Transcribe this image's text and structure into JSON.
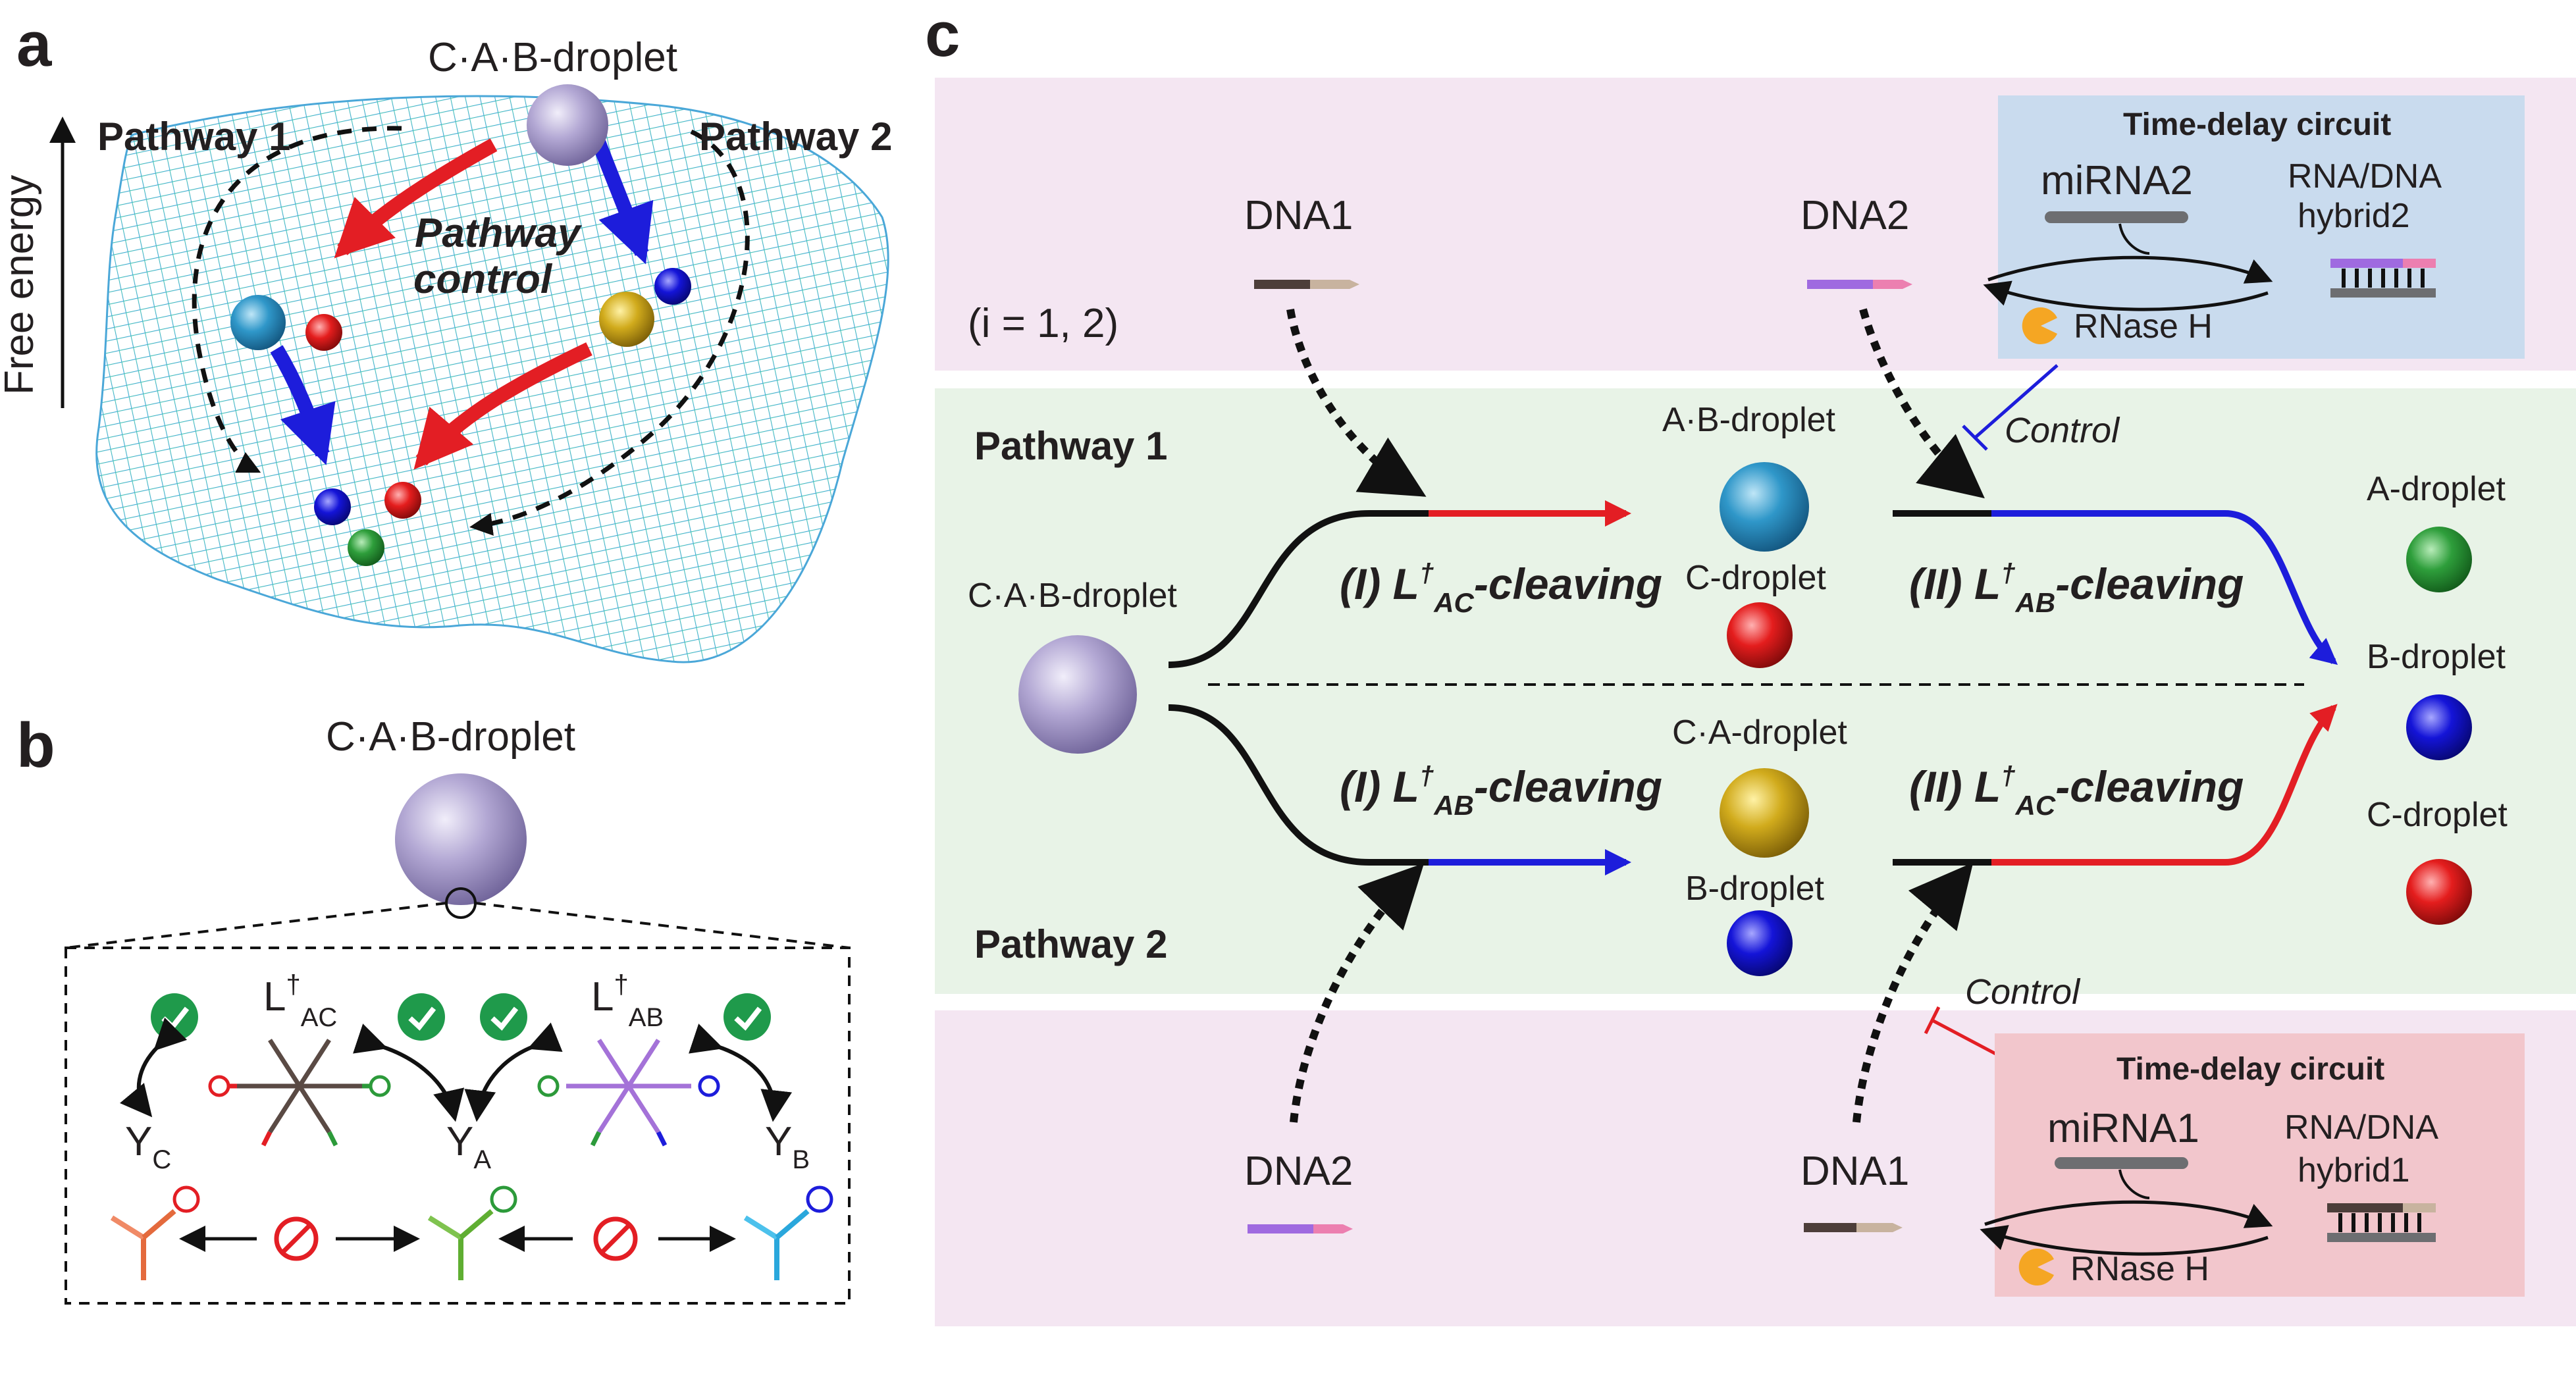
{
  "panels": {
    "a": "a",
    "b": "b",
    "c": "c"
  },
  "panel_a": {
    "droplet": "C·A·B-droplet",
    "pathway1": "Pathway 1",
    "pathway2": "Pathway 2",
    "control_1": "Pathway",
    "control_2": "control",
    "yaxis": "Free energy"
  },
  "panel_b": {
    "droplet": "C·A·B-droplet",
    "L_AC": {
      "main": "L",
      "sup": "†",
      "sub": "AC"
    },
    "L_AB": {
      "main": "L",
      "sup": "†",
      "sub": "AB"
    },
    "Y_C": {
      "main": "Y",
      "sub": "C"
    },
    "Y_A": {
      "main": "Y",
      "sub": "A"
    },
    "Y_B": {
      "main": "Y",
      "sub": "B"
    }
  },
  "panel_c": {
    "dna1_top": "DNA1",
    "dna2_top": "DNA2",
    "i_note": "(i = 1, 2)",
    "tdc_top": {
      "title": "Time-delay circuit",
      "mirna": "miRNA2",
      "hybrid_1": "RNA/DNA",
      "hybrid_2": "hybrid2",
      "rnase": "RNase H"
    },
    "control_top": "Control",
    "pathway1": "Pathway 1",
    "pathway2": "Pathway 2",
    "cab": "C·A·B-droplet",
    "ab_droplet": "A·B-droplet",
    "c_droplet_mid": "C-droplet",
    "ca_droplet": "C·A-droplet",
    "b_droplet_mid": "B-droplet",
    "a_droplet": "A-droplet",
    "b_droplet": "B-droplet",
    "c_droplet": "C-droplet",
    "step1_top": {
      "pre": "(I) L",
      "sup": "†",
      "sub": "AC",
      "post": "-cleaving"
    },
    "step2_top": {
      "pre": "(II) L",
      "sup": "†",
      "sub": "AB",
      "post": "-cleaving"
    },
    "step1_bot": {
      "pre": "(I) L",
      "sup": "†",
      "sub": "AB",
      "post": "-cleaving"
    },
    "step2_bot": {
      "pre": "(II) L",
      "sup": "†",
      "sub": "AC",
      "post": "-cleaving"
    },
    "control_bot": "Control",
    "dna2_bot": "DNA2",
    "dna1_bot": "DNA1",
    "tdc_bot": {
      "title": "Time-delay circuit",
      "mirna": "miRNA1",
      "hybrid_1": "RNA/DNA",
      "hybrid_2": "hybrid1",
      "rnase": "RNase H"
    }
  },
  "colors": {
    "red": "#e31e24",
    "blue": "#1d1ddb",
    "green": "#2c9a3a",
    "cyan": "#2a8fc4",
    "gold": "#c9a21a",
    "lavender": "#a79bc9",
    "pink_bg": "#f4e6f2",
    "green_bg": "#e8f3e7",
    "blue_box": "#c9dbee",
    "red_box": "#f2c6cc"
  }
}
